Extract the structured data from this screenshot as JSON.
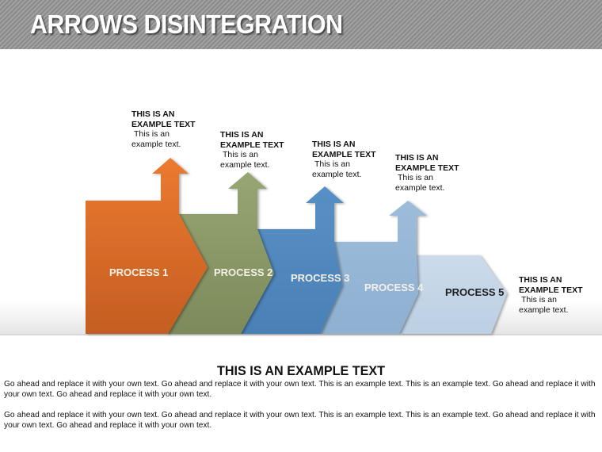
{
  "header": {
    "title": "ARROWS DISINTEGRATION"
  },
  "diagram": {
    "processes": [
      {
        "label": "PROCESS 1",
        "color": "#e0702a",
        "annotation": {
          "title_line1": "THIS IS AN",
          "title_line2": "EXAMPLE TEXT",
          "body_line1": "This is an",
          "body_line2": "example text."
        }
      },
      {
        "label": "PROCESS 2",
        "color": "#8c9a68",
        "annotation": {
          "title_line1": "THIS IS AN",
          "title_line2": "EXAMPLE TEXT",
          "body_line1": "This is an",
          "body_line2": "example text."
        }
      },
      {
        "label": "PROCESS 3",
        "color": "#4f86bb",
        "annotation": {
          "title_line1": "THIS IS AN",
          "title_line2": "EXAMPLE TEXT",
          "body_line1": "This is an",
          "body_line2": "example text."
        }
      },
      {
        "label": "PROCESS 4",
        "color": "#93b4d4",
        "annotation": {
          "title_line1": "THIS IS AN",
          "title_line2": "EXAMPLE TEXT",
          "body_line1": "This is an",
          "body_line2": "example text."
        }
      },
      {
        "label": "PROCESS 5",
        "color": "#c2d4e6",
        "annotation": {
          "title_line1": "THIS IS AN",
          "title_line2": "EXAMPLE TEXT",
          "body_line1": "This is an",
          "body_line2": "example text."
        }
      }
    ]
  },
  "content": {
    "title": "THIS IS AN EXAMPLE TEXT",
    "paragraph1": "Go ahead and replace it with your own text. Go ahead and replace it with your own text. This is an example text. This is an example text. Go ahead and replace it with your own text. Go ahead and replace it with your own text.",
    "paragraph2": "Go ahead and replace it with your own text. Go ahead and replace it with your own text. This is an example text. This is an example text. Go ahead and replace it with your own text. Go ahead and replace it with your own text."
  }
}
